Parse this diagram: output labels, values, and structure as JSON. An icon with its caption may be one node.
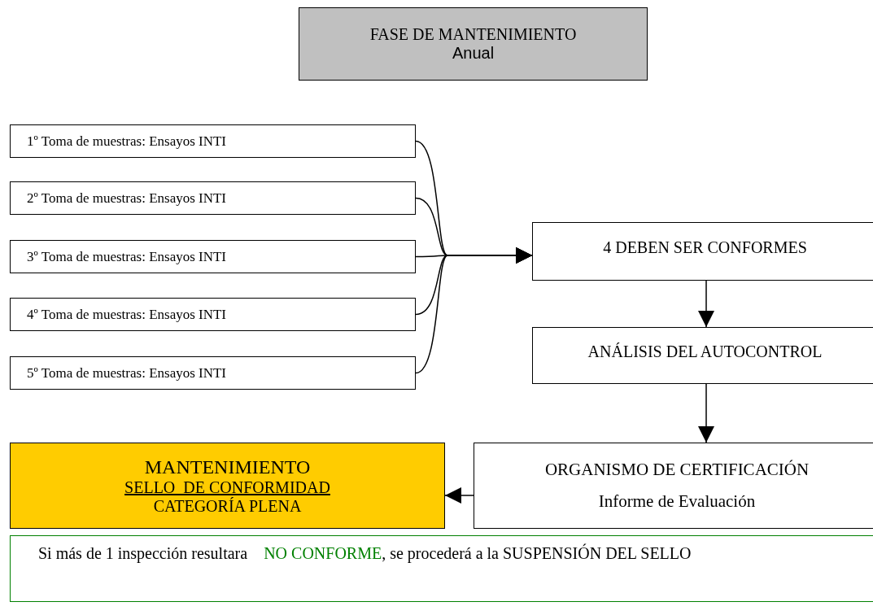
{
  "diagram": {
    "nodes": [
      {
        "text": [
          "FASE DE MANTENIMIENTO",
          "Anual"
        ]
      },
      {
        "text": [
          "1º Toma de muestras: Ensayos INTI"
        ]
      },
      {
        "text": [
          "2º Toma de muestras: Ensayos INTI"
        ]
      },
      {
        "text": [
          "3º Toma de muestras: Ensayos INTI"
        ]
      },
      {
        "text": [
          "4º Toma de muestras: Ensayos INTI"
        ]
      },
      {
        "text": [
          "5º Toma de muestras: Ensayos INTI"
        ]
      },
      {
        "text": [
          "4 DEBEN SER CONFORMES"
        ]
      },
      {
        "text": [
          "ANÁLISIS DEL AUTOCONTROL"
        ]
      },
      {
        "text": [
          "ORGANISMO DE CERTIFICACIÓN",
          "Informe de Evaluación"
        ]
      },
      {
        "text": [
          "MANTENIMIENTO",
          "SELLO  DE CONFORMIDAD",
          "CATEGORÍA PLENA"
        ]
      },
      {
        "text": [
          "Si más de 1 inspección resultara    **NO CONFORME**, se procederá a la SUSPENSIÓN DEL SELLO"
        ]
      }
    ],
    "edges": [
      {
        "from": 1,
        "to": 6,
        "arrow": "to"
      },
      {
        "from": 2,
        "to": 6,
        "arrow": "to"
      },
      {
        "from": 3,
        "to": 6,
        "arrow": "to"
      },
      {
        "from": 4,
        "to": 6,
        "arrow": "to"
      },
      {
        "from": 5,
        "to": 6,
        "arrow": "to"
      },
      {
        "from": 6,
        "to": 7,
        "arrow": "to"
      },
      {
        "from": 7,
        "to": 8,
        "arrow": "to"
      },
      {
        "from": 8,
        "to": 9,
        "arrow": "to"
      }
    ]
  }
}
